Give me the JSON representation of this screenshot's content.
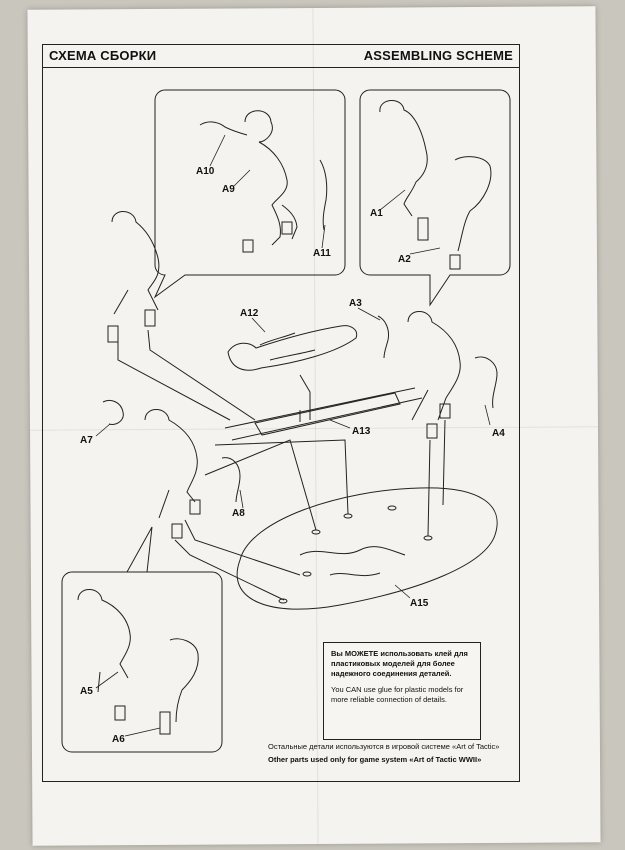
{
  "header": {
    "title_ru": "СХЕМА СБОРКИ",
    "title_en": "ASSEMBLING SCHEME"
  },
  "part_labels": {
    "A1": "A1",
    "A2": "A2",
    "A3": "A3",
    "A4": "A4",
    "A5": "A5",
    "A6": "A6",
    "A7": "A7",
    "A8": "A8",
    "A9": "A9",
    "A10": "A10",
    "A11": "A11",
    "A12": "A12",
    "A13": "A13",
    "A15": "A15"
  },
  "notice": {
    "text_ru": "Вы МОЖЕТЕ использовать клей для пластиковых моделей для более надежного соединения деталей.",
    "text_en": "You CAN use glue for plastic models for more reliable connection of details."
  },
  "footer": {
    "text_ru": "Остальные детали используются в игровой системе «Art of Tactic»",
    "text_en": "Other parts used only for game system «Art of Tactic WWII»"
  }
}
